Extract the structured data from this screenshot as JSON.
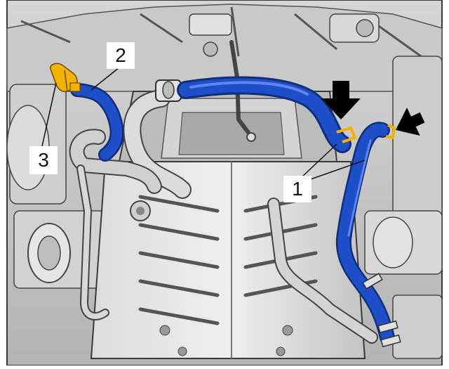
{
  "callouts": [
    {
      "id": "2",
      "label": "2"
    },
    {
      "id": "3",
      "label": "3"
    },
    {
      "id": "1",
      "label": "1"
    }
  ],
  "colors": {
    "hose": "#1f4fc8",
    "hose_highlight": "#5d86ee",
    "clamp": "#f2b300",
    "engine_light": "#e8e8e8",
    "engine_mid": "#c8c8c8",
    "engine_dark": "#8e8e8e",
    "outline": "#3a3a3a",
    "arrow": "#000000"
  },
  "icons": [
    "arrow-down-icon",
    "arrow-left-icon"
  ]
}
